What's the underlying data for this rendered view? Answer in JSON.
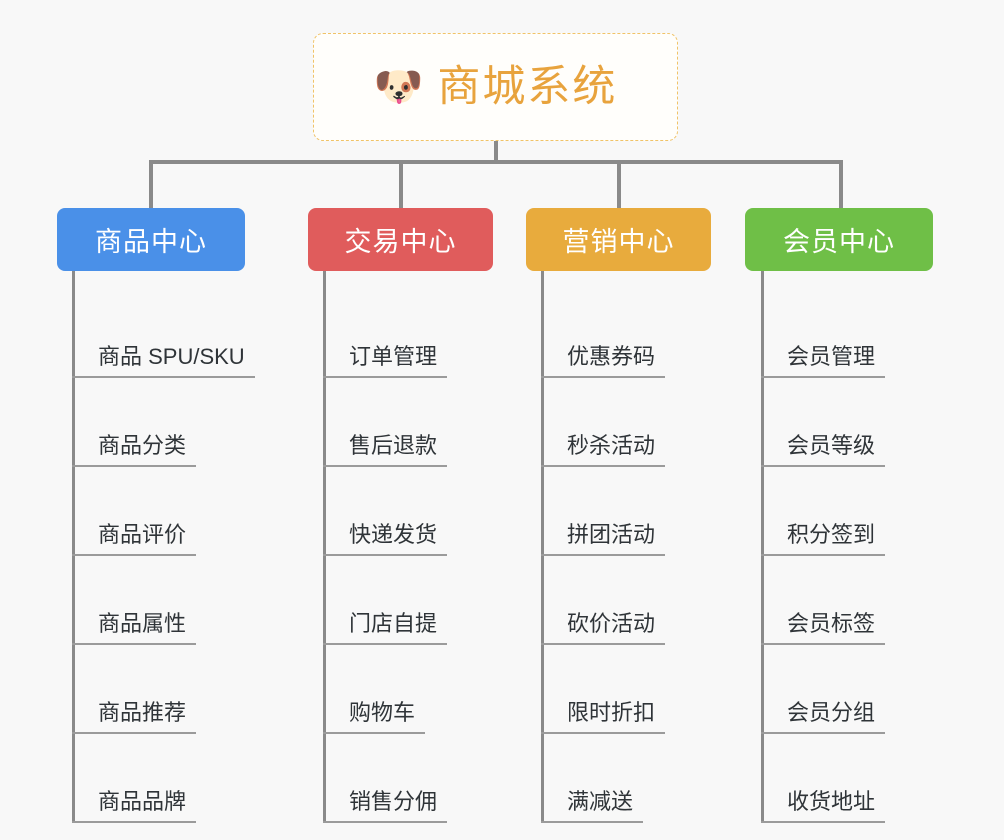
{
  "root": {
    "icon": "dog-face-icon",
    "emoji": "🐶",
    "title": "商城系统",
    "title_color": "#e8a33d",
    "border_color": "#f0c368"
  },
  "canvas": {
    "background": "#f8f8f8",
    "connector_color": "#8a8a8a",
    "leaf_underline_color": "#9b9b9b",
    "leaf_text_color": "#2f3438"
  },
  "branches": [
    {
      "label": "商品中心",
      "color": "#4a90e8",
      "leaves": [
        "商品 SPU/SKU",
        "商品分类",
        "商品评价",
        "商品属性",
        "商品推荐",
        "商品品牌"
      ]
    },
    {
      "label": "交易中心",
      "color": "#e05c5c",
      "leaves": [
        "订单管理",
        "售后退款",
        "快递发货",
        "门店自提",
        "购物车",
        "销售分佣"
      ]
    },
    {
      "label": "营销中心",
      "color": "#e8ab3d",
      "leaves": [
        "优惠券码",
        "秒杀活动",
        "拼团活动",
        "砍价活动",
        "限时折扣",
        "满减送"
      ]
    },
    {
      "label": "会员中心",
      "color": "#6fbf47",
      "leaves": [
        "会员管理",
        "会员等级",
        "积分签到",
        "会员标签",
        "会员分组",
        "收货地址"
      ]
    }
  ]
}
